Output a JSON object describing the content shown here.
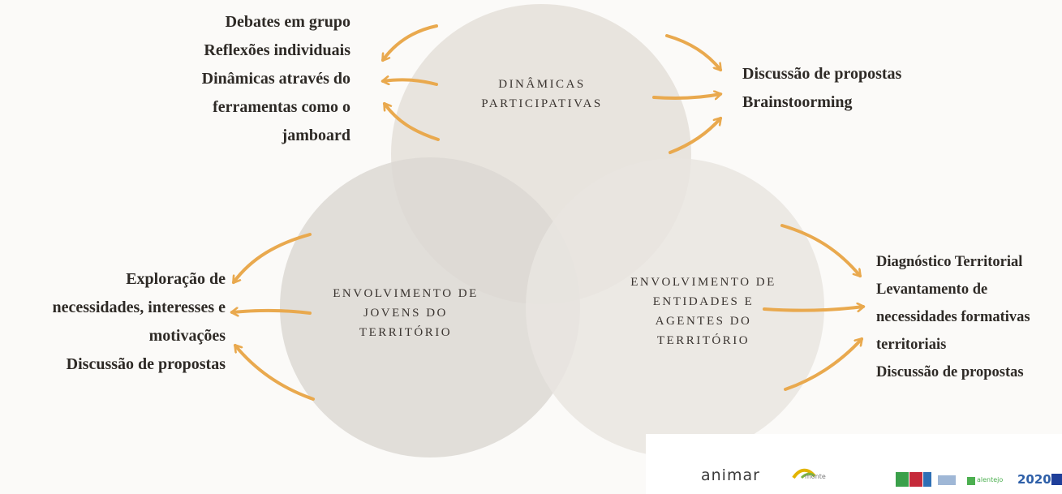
{
  "circles": {
    "top": {
      "label": "DINÂMICAS\nPARTICIPATIVAS",
      "fill": "#e6e1da"
    },
    "left": {
      "label": "ENVOLVIMENTO DE\nJOVENS DO\nTERRITÓRIO",
      "fill": "#dcd8d3"
    },
    "right": {
      "label": "ENVOLVIMENTO DE\nENTIDADES E\nAGENTES DO\nTERRITÓRIO",
      "fill": "#e9e5e0"
    }
  },
  "lists": {
    "top_left": [
      "Debates em grupo",
      "Reflexões individuais",
      "Dinâmicas através do",
      "ferramentas como o",
      "jamboard"
    ],
    "top_right": [
      "Discussão de propostas",
      "Brainstoorming"
    ],
    "left": [
      "Exploração de",
      "necessidades, interesses e",
      "motivações",
      "Discussão de propostas"
    ],
    "right": [
      "Diagnóstico Territorial",
      "Levantamento de",
      "necessidades formativas",
      "territoriais",
      "Discussão de propostas"
    ]
  },
  "colors": {
    "arrow": "#e9a94e",
    "background": "#fbfaf8"
  },
  "footer": {
    "logos": [
      {
        "name": "animar-logo",
        "text": "animar"
      },
      {
        "name": "monte-logo",
        "text": "monte"
      },
      {
        "name": "alentejo-logo",
        "text": "alentejo"
      },
      {
        "name": "portugal-2020-logo",
        "text": "2020"
      }
    ]
  }
}
